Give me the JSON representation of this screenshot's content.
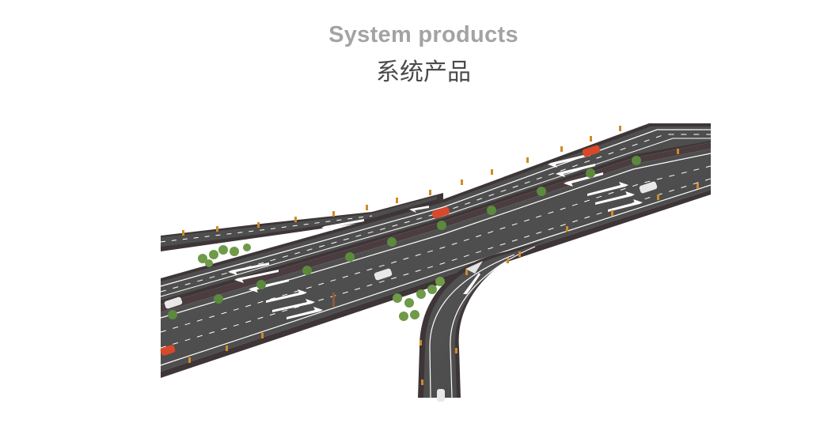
{
  "header": {
    "title_en": "System products",
    "title_cn": "系统产品"
  },
  "illustration": {
    "subject": "highway-interchange",
    "colors": {
      "asphalt": "#4e4e4e",
      "asphalt_dark": "#3a3a3a",
      "barrier": "#4a3c3f",
      "lane_marking": "#ffffff",
      "delineator": "#d08a2a",
      "tree": "#5b8a3c",
      "car_red": "#d9482a",
      "car_white": "#e8e8e8"
    },
    "icons": [
      "car-icon",
      "tree-icon",
      "lane-arrow-icon",
      "delineator-icon"
    ]
  }
}
